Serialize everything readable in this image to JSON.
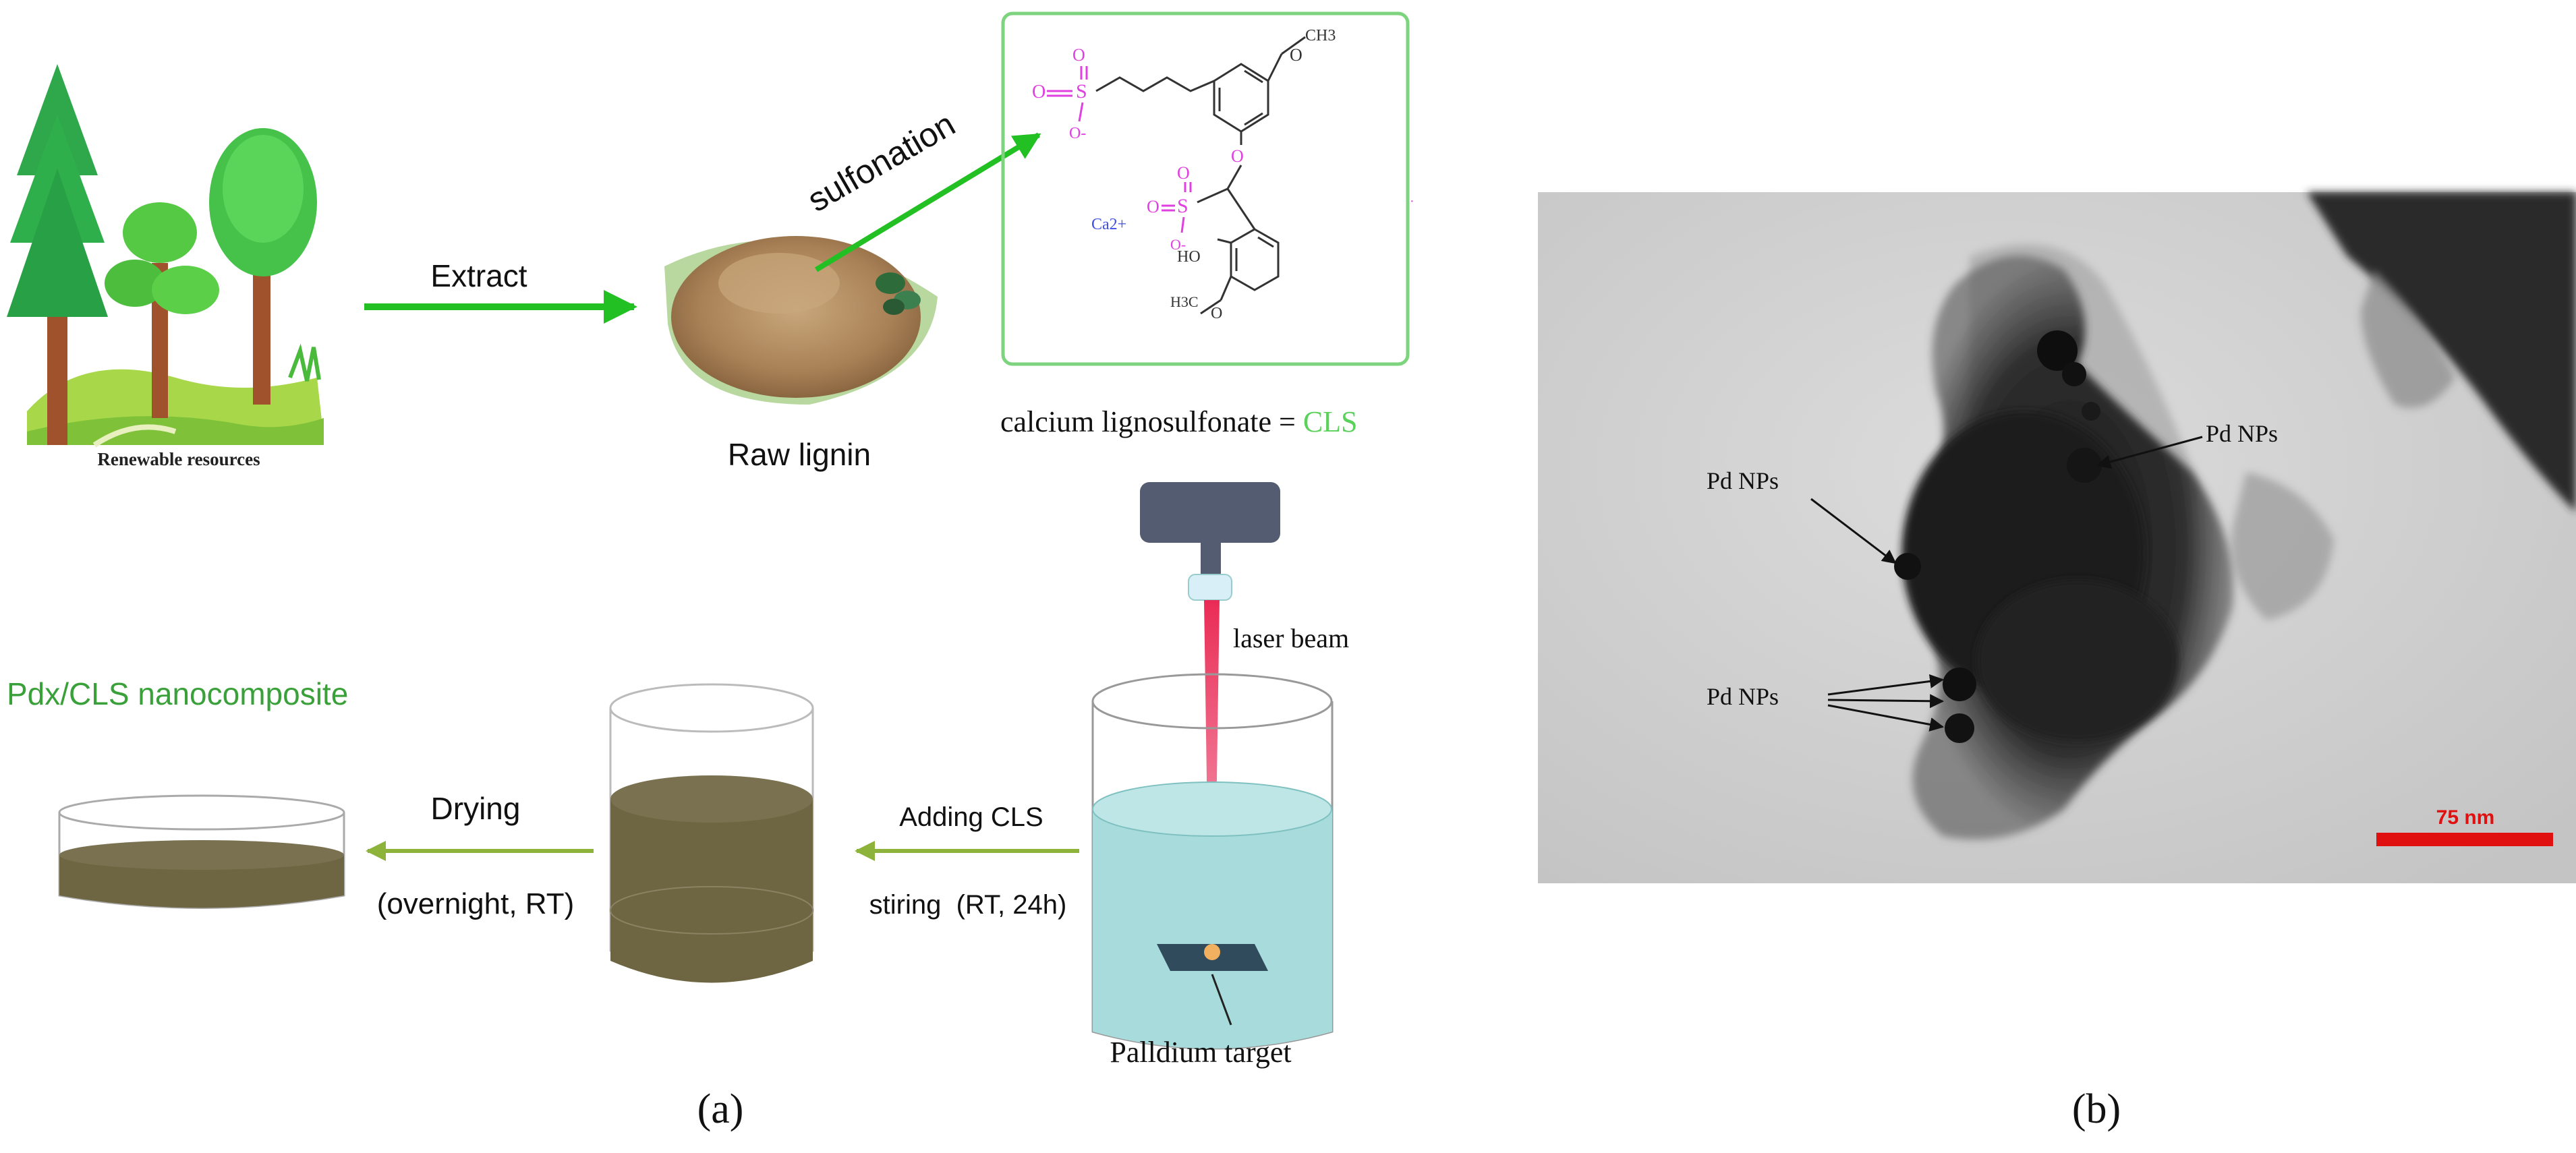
{
  "panel_a": {
    "renewable_label": "Renewable resources",
    "extract_label": "Extract",
    "sulfonation_label": "sulfonation",
    "raw_lignin_label": "Raw lignin",
    "cls_caption_prefix": "calcium lignosulfonate = ",
    "cls_caption_abbr": "CLS",
    "structure": {
      "ch3_top": "CH3",
      "ion": "Ca2+",
      "ho": "HO",
      "h3c": "H3C",
      "o": "O",
      "s": "S",
      "o_minus": "O-"
    },
    "laser_label": "laser beam",
    "target_label": "Palldium target",
    "adding_label": "Adding CLS",
    "stirring_label": "stiring  (RT, 24h)",
    "drying_label": "Drying",
    "drying_cond_label": "(overnight, RT)",
    "product_label": "Pdx/CLS nanocomposite",
    "caption": "(a)"
  },
  "panel_b": {
    "pd_label_1": "Pd NPs",
    "pd_label_2": "Pd NPs",
    "pd_label_3": "Pd NPs",
    "scale_label": "75 nm",
    "caption": "(b)"
  },
  "colors": {
    "green_arrow": "#22c022",
    "olive_arrow": "#8db33a",
    "magenta": "#e040e0",
    "laser_red": "#e8204c",
    "liquid_brown": "#6e6542",
    "water_cyan": "#a8dcdc",
    "scale_red": "#e01010"
  }
}
